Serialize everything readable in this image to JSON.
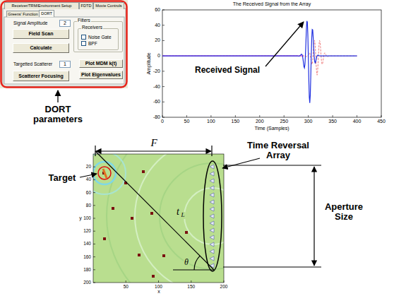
{
  "diagram": {
    "nodes": [
      {
        "text": [
          "Receiver/TRM/Environment Setup"
        ]
      },
      {
        "text": [
          "FDTD"
        ]
      },
      {
        "text": [
          "Movie Controls"
        ]
      },
      {
        "text": [
          "Greens' Function"
        ]
      },
      {
        "text": [
          "DORT"
        ]
      },
      {
        "text": [
          "2"
        ]
      },
      {
        "text": [
          "Field Scan"
        ]
      },
      {
        "text": [
          "Calculate"
        ]
      },
      {
        "text": [
          "1"
        ]
      },
      {
        "text": [
          "Scatterer Focusing"
        ]
      },
      {
        "text": [
          "Filters"
        ]
      },
      {
        "text": [
          "Receivers",
          "Noise Gate",
          "BPF"
        ],
        "in": 10
      },
      {
        "text": [
          "Plot MDM k(t)"
        ]
      },
      {
        "text": [
          "Plot Eigenvalues"
        ]
      }
    ],
    "edges": [],
    "labels": [
      "Signal Amplitude",
      "Targetted Scatterer",
      "The Received Signal from the Array",
      "Amplitude",
      "Time (Samples)",
      "60",
      "40",
      "20",
      "0",
      "-20",
      "-40",
      "-60",
      "-80",
      "0",
      "50",
      "100",
      "150",
      "200",
      "250",
      "300",
      "350",
      "400",
      "450",
      "Received Signal",
      "DORT parameters",
      "F",
      "Time Reversal Array",
      "t",
      "L",
      "Target",
      "Aperture Size",
      "θ",
      "20",
      "40",
      "60",
      "80",
      "100",
      "120",
      "140",
      "160",
      "180",
      "200",
      "50",
      "100",
      "150",
      "200",
      "y",
      "x"
    ]
  }
}
